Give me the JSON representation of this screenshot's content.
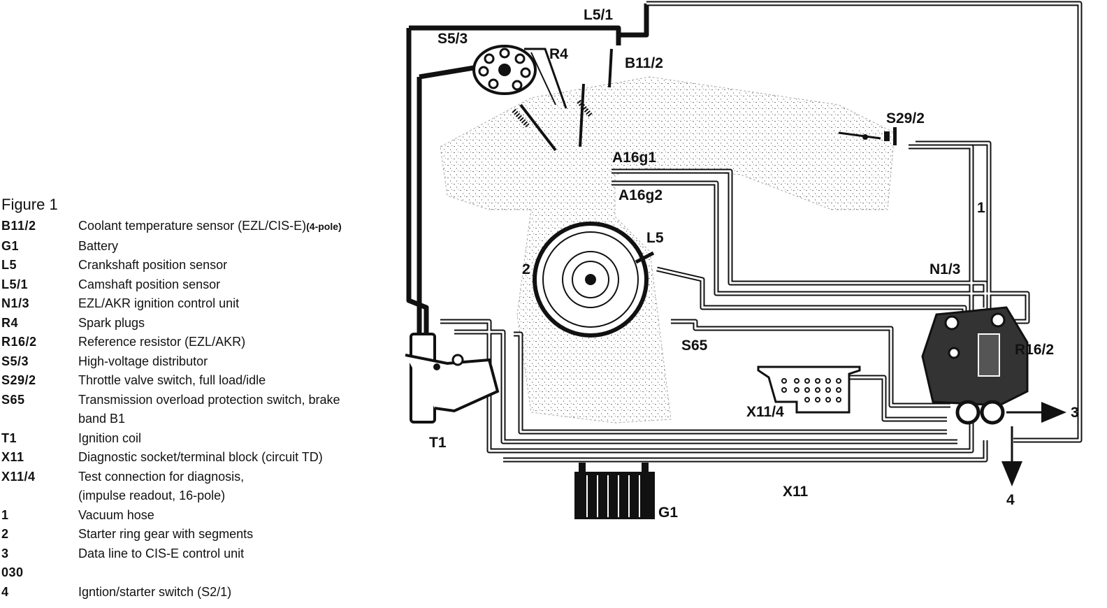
{
  "legend": {
    "title": "Figure 1",
    "items": [
      {
        "code": "B11/2",
        "desc": "Coolant temperature sensor (EZL/CIS-E)",
        "note": "(4-pole)"
      },
      {
        "code": "G1",
        "desc": "Battery"
      },
      {
        "code": "L5",
        "desc": "Crankshaft position sensor"
      },
      {
        "code": "L5/1",
        "desc": "Camshaft position sensor"
      },
      {
        "code": "N1/3",
        "desc": "EZL/AKR ignition control unit"
      },
      {
        "code": "R4",
        "desc": "Spark plugs"
      },
      {
        "code": "R16/2",
        "desc": "Reference resistor (EZL/AKR)"
      },
      {
        "code": "S5/3",
        "desc": "High-voltage distributor"
      },
      {
        "code": "S29/2",
        "desc": "Throttle valve switch, full load/idle"
      },
      {
        "code": "S65",
        "desc": "Transmission overload protection switch, brake"
      },
      {
        "code": "",
        "desc": "band B1"
      },
      {
        "code": "T1",
        "desc": "Ignition coil"
      },
      {
        "code": "X11",
        "desc": "Diagnostic socket/terminal block (circuit TD)"
      },
      {
        "code": "X11/4",
        "desc": "Test connection for diagnosis,"
      },
      {
        "code": "",
        "desc": "(impulse readout, 16-pole)"
      },
      {
        "code": "1",
        "desc": "Vacuum hose"
      },
      {
        "code": "2",
        "desc": "Starter ring gear with segments"
      },
      {
        "code": "3",
        "desc": "Data line to CIS-E control unit"
      },
      {
        "code": "030",
        "desc": ""
      },
      {
        "code": "4",
        "desc": "Igntion/starter switch (S2/1)"
      }
    ]
  },
  "labels": {
    "l5_1": "L5/1",
    "s5_3": "S5/3",
    "r4": "R4",
    "b11_2": "B11/2",
    "s29_2": "S29/2",
    "a16g1": "A16g1",
    "a16g2": "A16g2",
    "l5": "L5",
    "two": "2",
    "one": "1",
    "n1_3": "N1/3",
    "r16_2": "R16/2",
    "s65": "S65",
    "t1": "T1",
    "x11_4": "X11/4",
    "x11": "X11",
    "g1": "G1",
    "three": "3",
    "four": "4"
  }
}
